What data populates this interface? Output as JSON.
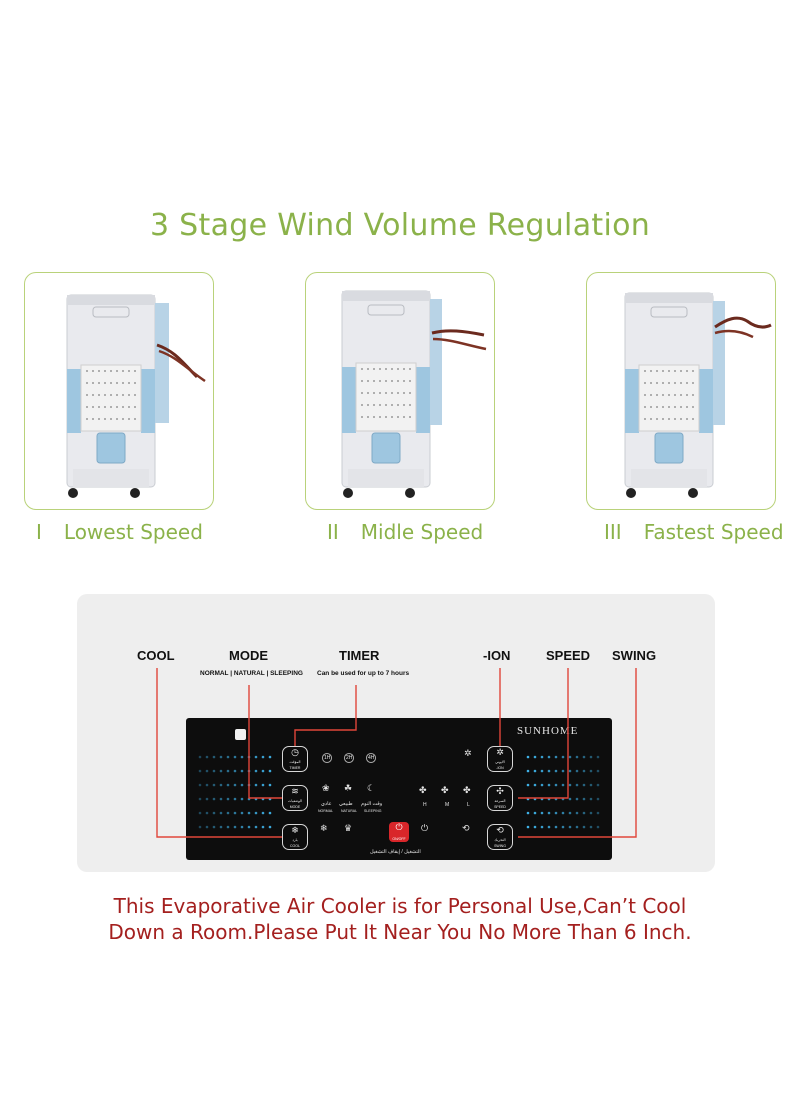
{
  "heading": "3 Stage Wind Volume Regulation",
  "stages": [
    {
      "numeral": "I",
      "label": "Lowest Speed"
    },
    {
      "numeral": "II",
      "label": "Midle Speed"
    },
    {
      "numeral": "III",
      "label": "Fastest Speed"
    }
  ],
  "panel": {
    "labels": {
      "cool": "COOL",
      "mode": "MODE",
      "mode_options": "NORMAL | NATURAL | SLEEPING",
      "timer": "TIMER",
      "timer_note": "Can be used for up to 7 hours",
      "ion": "-ION",
      "speed": "SPEED",
      "swing": "SWING"
    },
    "brand": "SUNHOME",
    "buttons": {
      "timer": {
        "ar": "المؤقت",
        "en": "TIMER"
      },
      "mode": {
        "ar": "الوضعيات",
        "en": "MODE"
      },
      "cool": {
        "ar": "بارد",
        "en": "COOL"
      },
      "ion": {
        "ar": "الايوني",
        "en": "-ION"
      },
      "speed": {
        "ar": "السرعة",
        "en": "SPEED"
      },
      "swing": {
        "ar": "التحريك",
        "en": "SWING"
      }
    },
    "timer_hours": [
      "1H",
      "2H",
      "4H"
    ],
    "mode_names": {
      "normal_ar": "عادي",
      "normal_en": "NORMAL",
      "natural_ar": "طبيعي",
      "natural_en": "NATURAL",
      "sleeping_ar": "وقت النوم",
      "sleeping_en": "SLEEPING"
    },
    "speed_levels": [
      "H",
      "M",
      "L"
    ],
    "power": {
      "label": "ON/OFF",
      "ar": "التشغيل / إيقاف التشغيل"
    }
  },
  "notice": {
    "line1": "This Evaporative Air Cooler is for Personal Use,Can’t Cool",
    "line2": "Down a Room.Please Put It Near You No More Than 6 Inch."
  },
  "colors": {
    "heading_green": "#8bb24a",
    "card_border": "#b9d27a",
    "notice_red": "#a4201f",
    "callout_red": "#e0463a",
    "led_blue": "#3fb2e8"
  }
}
